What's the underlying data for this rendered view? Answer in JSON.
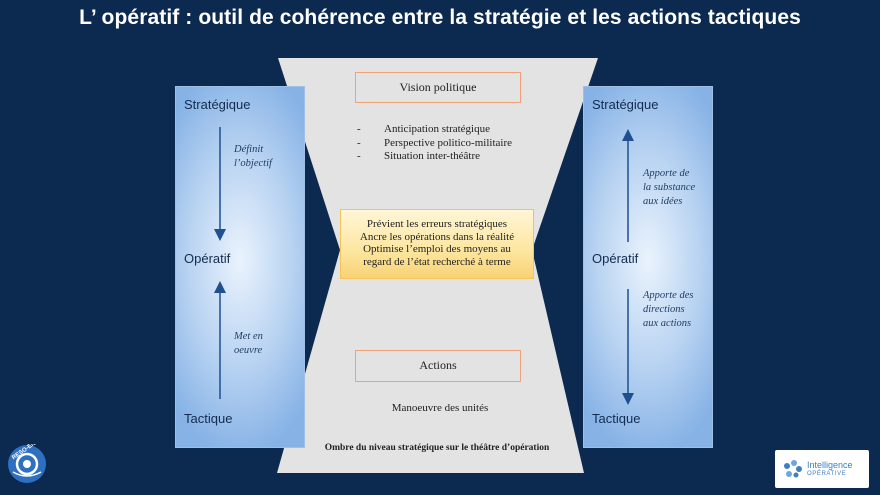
{
  "title": "L’ opératif : outil de cohérence entre la stratégie et les actions tactiques",
  "left_panel": {
    "top_label": "Stratégique",
    "mid_label": "Opératif",
    "bottom_label": "Tactique",
    "down_note": [
      "Définit",
      "l’objectif"
    ],
    "up_note": [
      "Met en",
      "oeuvre"
    ]
  },
  "right_panel": {
    "top_label": "Stratégique",
    "mid_label": "Opératif",
    "bottom_label": "Tactique",
    "up_note": [
      "Apporte de",
      "la substance",
      "aux idées"
    ],
    "down_note": [
      "Apporte des",
      "directions",
      "aux actions"
    ]
  },
  "hourglass": {
    "vision_label": "Vision politique",
    "bullet_dash": "-",
    "bullets": [
      "Anticipation stratégique",
      "Perspective  politico-militaire",
      "Situation inter-théâtre"
    ],
    "center_lines": [
      "Prévient  les erreurs stratégiques",
      "Ancre les opérations dans la réalité",
      "Optimise l’emploi des moyens au",
      "regard de l’état recherché à terme"
    ],
    "actions_label": "Actions",
    "manoeuvre_label": "Manoeuvre des unités",
    "ombre_label": "Ombre du niveau stratégique sur le théâtre d’opération"
  },
  "logos": {
    "badge_text": "RESO-ENT",
    "brand_line1": "Intelligence",
    "brand_line2": "OPÉRATIVE"
  },
  "colors": {
    "background": "#0c2a4f",
    "panel_edge": "#86b2e6",
    "hourglass": "#e3e3e3",
    "box_border": "#f0a27a",
    "center_box": "#fde6a0",
    "arrow": "#1f4f8f"
  }
}
